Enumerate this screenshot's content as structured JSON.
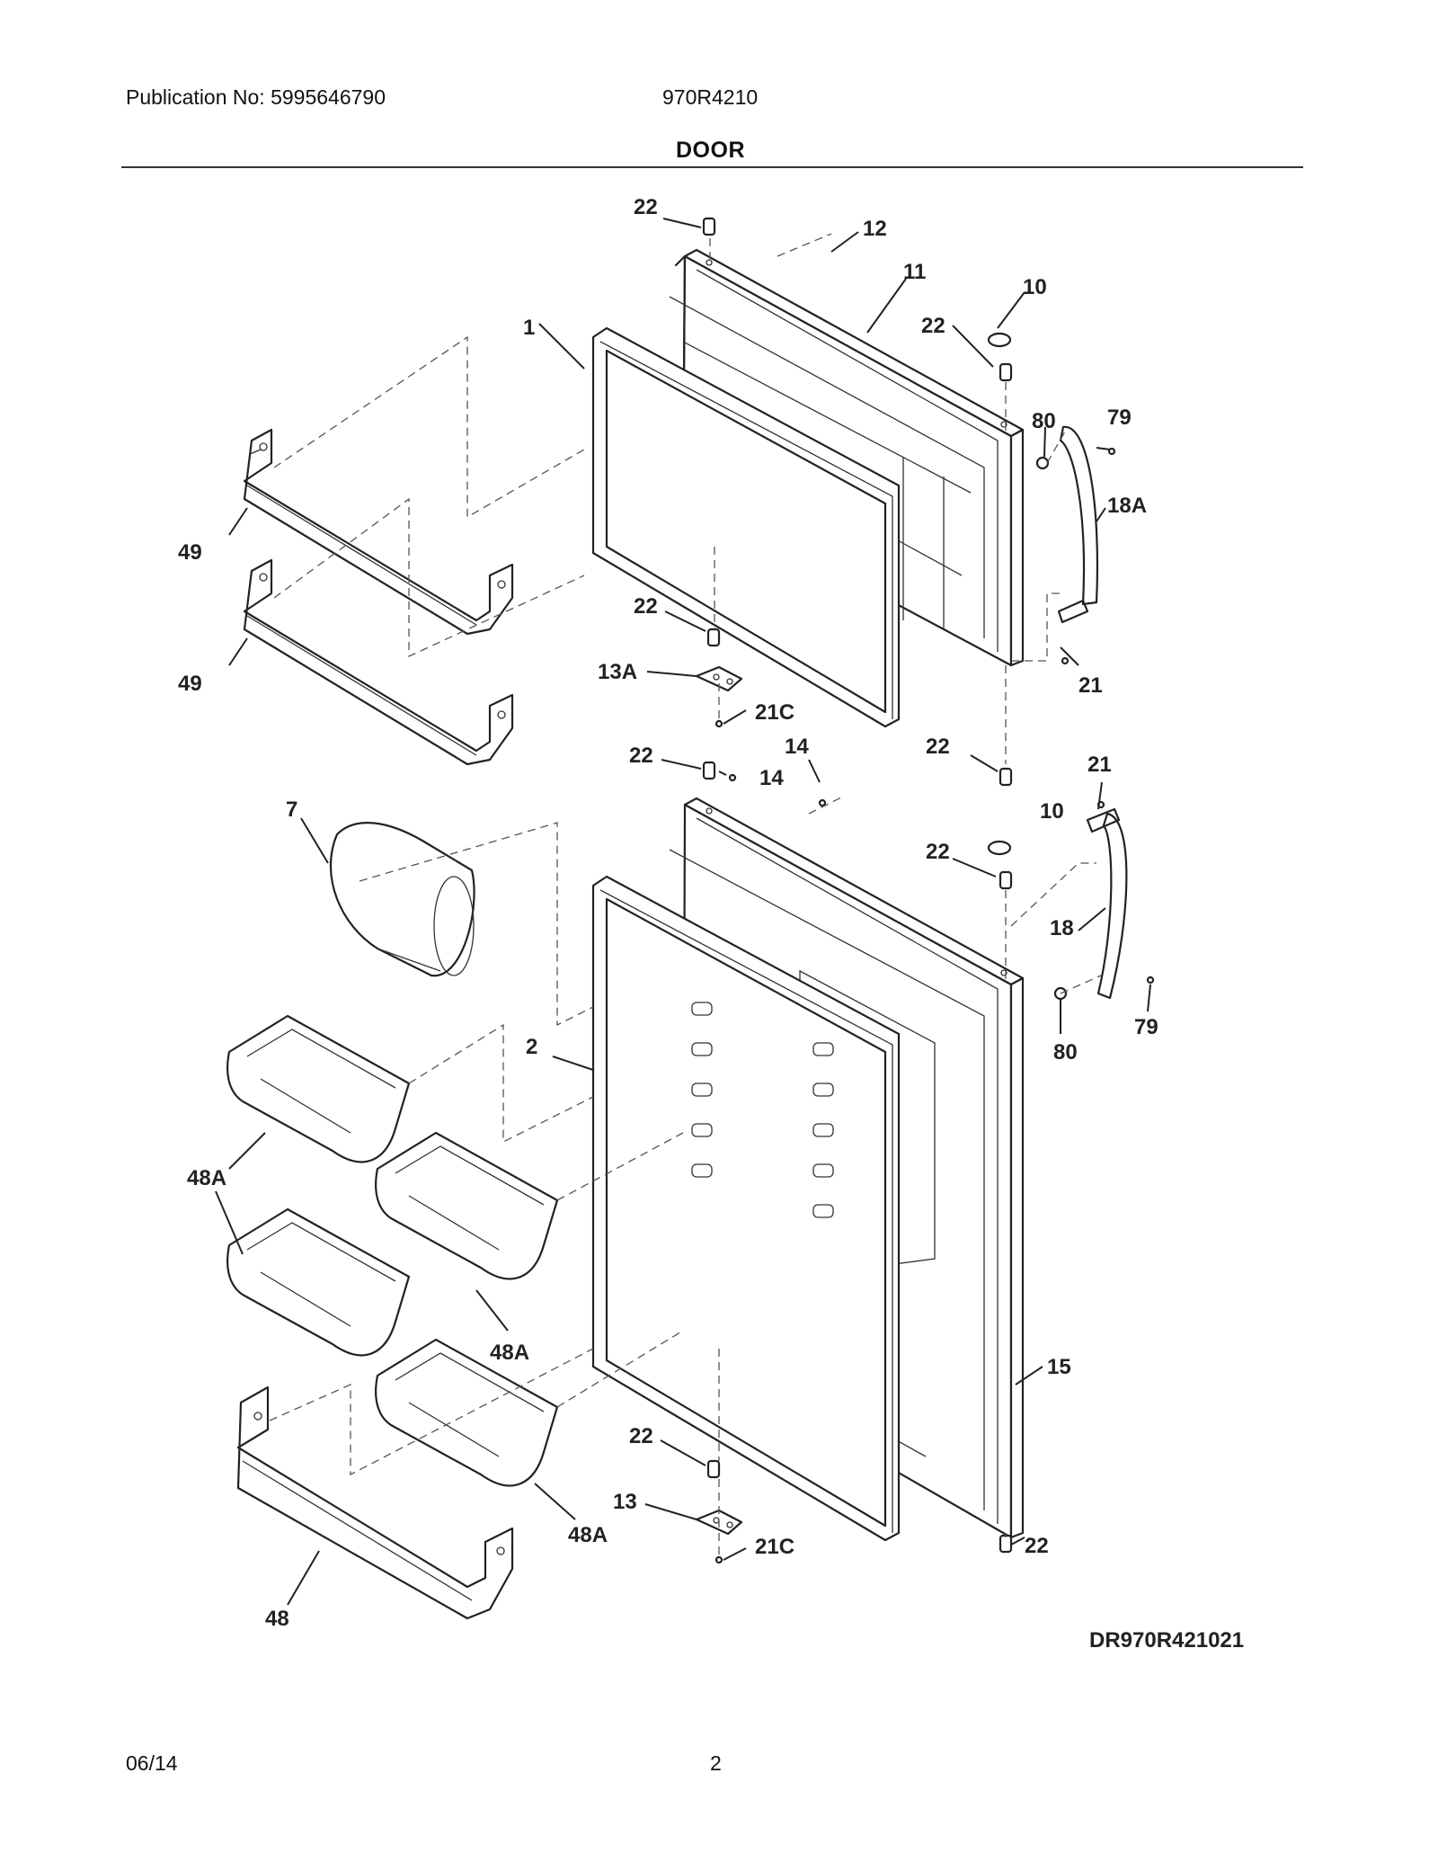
{
  "header": {
    "publication": "Publication No: 5995646790",
    "model": "970R4210",
    "section_title": "DOOR"
  },
  "footer": {
    "date": "06/14",
    "page_number": "2"
  },
  "diagram": {
    "drawing_code": "DR970R421021",
    "callouts": {
      "c1": "1",
      "c2": "2",
      "c7": "7",
      "c10a": "10",
      "c10b": "10",
      "c11": "11",
      "c12": "12",
      "c13": "13",
      "c13a": "13A",
      "c14a": "14",
      "c14b": "14",
      "c15": "15",
      "c18": "18",
      "c18a": "18A",
      "c21a": "21",
      "c21b": "21",
      "c21ca": "21C",
      "c21cb": "21C",
      "c22a": "22",
      "c22b": "22",
      "c22c": "22",
      "c22d": "22",
      "c22e": "22",
      "c22f": "22",
      "c22g": "22",
      "c22h": "22",
      "c48": "48",
      "c48aa": "48A",
      "c48ab": "48A",
      "c48ac": "48A",
      "c49a": "49",
      "c49b": "49",
      "c79a": "79",
      "c79b": "79",
      "c80a": "80",
      "c80b": "80"
    }
  }
}
